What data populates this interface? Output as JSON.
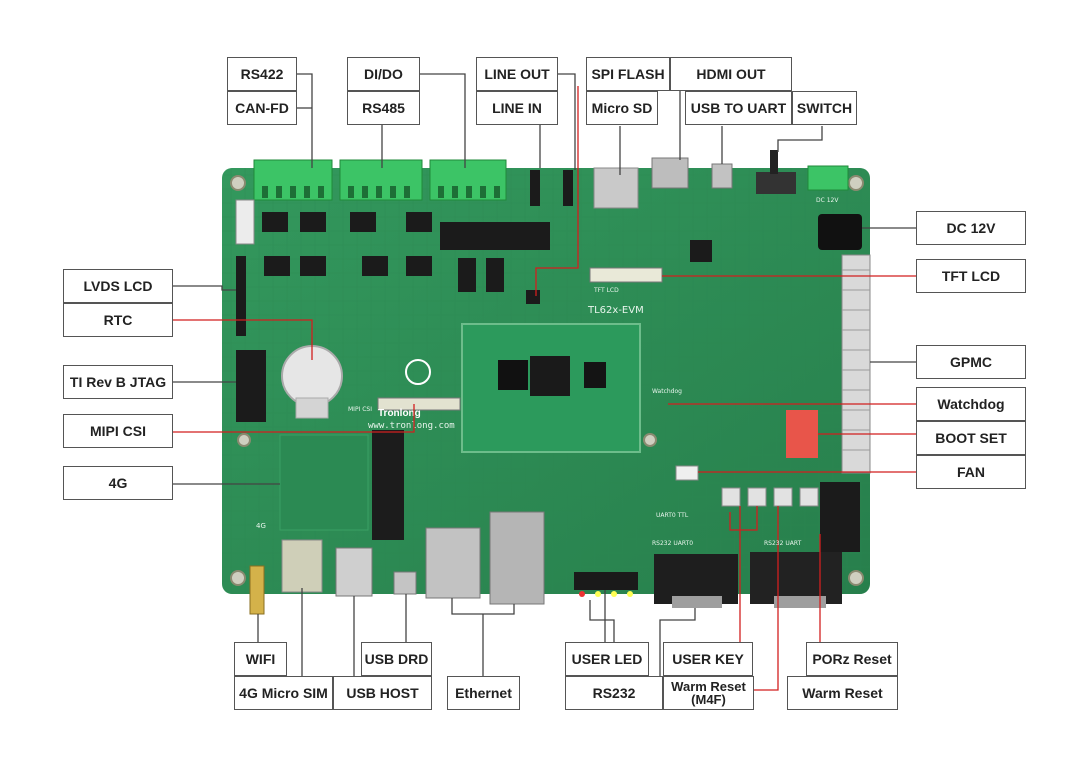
{
  "colors": {
    "board": "#2f8f58",
    "board_dark": "#1f7042",
    "leader_dark": "#444444",
    "leader_red": "#d21f1f",
    "terminal": "#3cc466"
  },
  "board": {
    "model": "TL62x-EVM",
    "brand": "Tronlong",
    "website": "www.tronlong.com",
    "silk_labels": [
      "MIPI CSI",
      "TFT LCD",
      "Watchdog",
      "RS232 UART0",
      "UART0 TTL",
      "RS232 UART",
      "DC 12V",
      "4G"
    ]
  },
  "callouts": [
    {
      "name": "rs422",
      "text": "RS422"
    },
    {
      "name": "can-fd",
      "text": "CAN-FD"
    },
    {
      "name": "di-do",
      "text": "DI/DO"
    },
    {
      "name": "rs485",
      "text": "RS485"
    },
    {
      "name": "line-out",
      "text": "LINE OUT"
    },
    {
      "name": "line-in",
      "text": "LINE IN"
    },
    {
      "name": "spi-flash",
      "text": "SPI FLASH"
    },
    {
      "name": "micro-sd",
      "text": "Micro SD"
    },
    {
      "name": "hdmi-out",
      "text": "HDMI OUT"
    },
    {
      "name": "usb-to-uart",
      "text": "USB TO UART"
    },
    {
      "name": "switch",
      "text": "SWITCH"
    },
    {
      "name": "dc-12v",
      "text": "DC 12V"
    },
    {
      "name": "tft-lcd",
      "text": "TFT LCD"
    },
    {
      "name": "lvds-lcd",
      "text": "LVDS LCD"
    },
    {
      "name": "rtc",
      "text": "RTC"
    },
    {
      "name": "ti-rev-b-jtag",
      "text": "TI Rev B JTAG"
    },
    {
      "name": "mipi-csi",
      "text": "MIPI CSI"
    },
    {
      "name": "4g",
      "text": "4G"
    },
    {
      "name": "gpmc",
      "text": "GPMC"
    },
    {
      "name": "watchdog",
      "text": "Watchdog"
    },
    {
      "name": "boot-set",
      "text": "BOOT SET"
    },
    {
      "name": "fan",
      "text": "FAN"
    },
    {
      "name": "wifi",
      "text": "WIFI"
    },
    {
      "name": "4g-micro-sim",
      "text": "4G Micro SIM"
    },
    {
      "name": "usb-drd",
      "text": "USB DRD"
    },
    {
      "name": "usb-host",
      "text": "USB HOST"
    },
    {
      "name": "ethernet",
      "text": "Ethernet"
    },
    {
      "name": "user-led",
      "text": "USER LED"
    },
    {
      "name": "rs232",
      "text": "RS232"
    },
    {
      "name": "user-key",
      "text": "USER KEY"
    },
    {
      "name": "warm-reset-m4f",
      "text": "Warm Reset",
      "subtext": "(M4F)"
    },
    {
      "name": "porz-reset",
      "text": "PORz Reset"
    },
    {
      "name": "warm-reset",
      "text": "Warm Reset"
    }
  ]
}
